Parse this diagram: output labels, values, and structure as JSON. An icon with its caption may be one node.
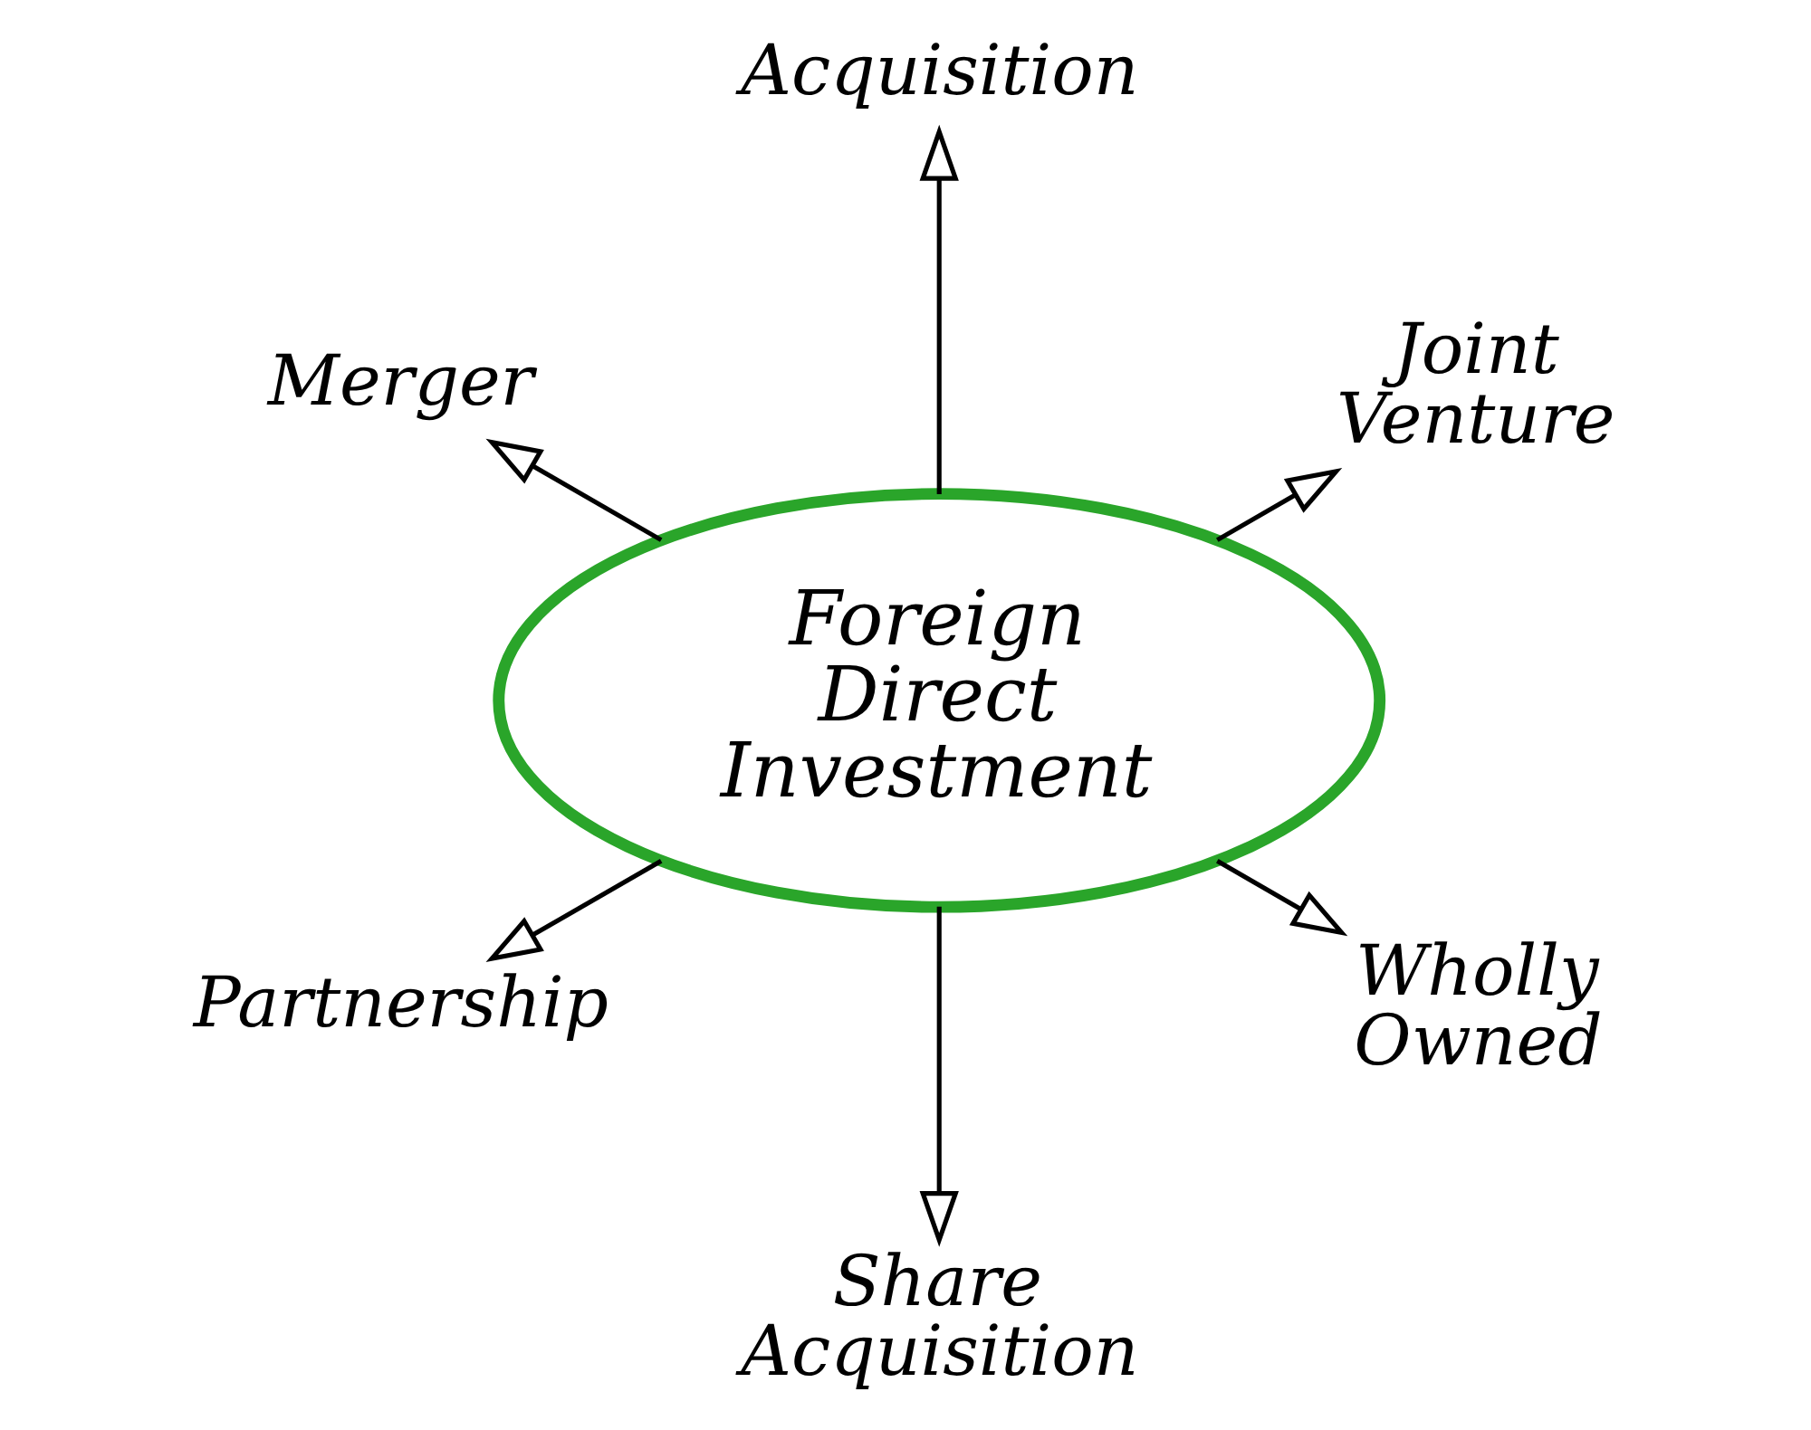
{
  "diagram": {
    "nodes": [
      {
        "text": [
          "Acquisition"
        ]
      },
      {
        "text": [
          "Joint Venture"
        ]
      },
      {
        "text": [
          "Merger"
        ]
      },
      {
        "text": [
          "Foreign Direct Investment"
        ]
      },
      {
        "text": [
          "Partnership"
        ]
      },
      {
        "text": [
          "Wholly Owned"
        ]
      },
      {
        "text": [
          "Share Acquisition"
        ]
      }
    ],
    "edges": [
      {
        "from": 3,
        "to": 1,
        "arrow": "to"
      },
      {
        "from": 3,
        "to": 0,
        "arrow": "to"
      },
      {
        "from": 3,
        "to": 2,
        "arrow": "to"
      },
      {
        "from": 3,
        "to": 4,
        "arrow": "to"
      },
      {
        "from": 3,
        "to": 6,
        "arrow": "to"
      },
      {
        "from": 3,
        "to": 5,
        "arrow": "to"
      }
    ]
  }
}
